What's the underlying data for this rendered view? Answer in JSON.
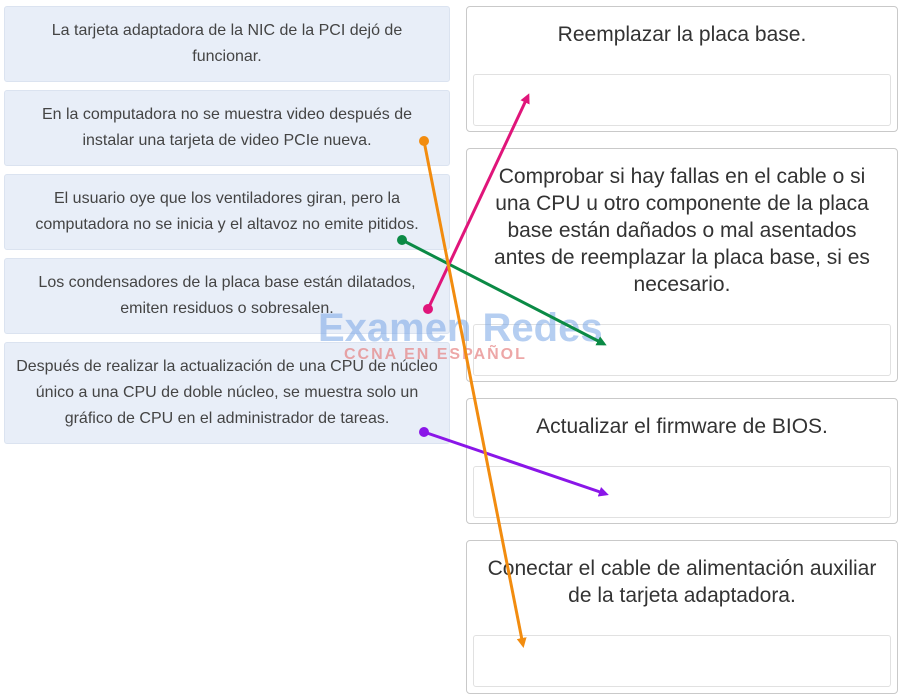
{
  "items": [
    {
      "label": "La tarjeta adaptadora de la NIC de la PCI dejó de funcionar."
    },
    {
      "label": "En la computadora no se muestra video después de instalar una tarjeta de video PCIe nueva."
    },
    {
      "label": "El usuario oye que los ventiladores giran, pero la computadora no se inicia y el altavoz no emite pitidos."
    },
    {
      "label": "Los condensadores de la placa base están dilatados, emiten residuos o sobresalen."
    },
    {
      "label": "Después de realizar la actualización de una CPU de núcleo único a una CPU de doble núcleo, se muestra solo un gráfico de CPU en el administrador de tareas."
    }
  ],
  "targets": [
    {
      "label": "Reemplazar la placa base."
    },
    {
      "label": "Comprobar si hay fallas en el cable o si una CPU u otro componente de la placa base están dañados o mal asentados antes de reemplazar la placa base, si es necesario."
    },
    {
      "label": "Actualizar el firmware de BIOS."
    },
    {
      "label": "Conectar el cable de alimentación auxiliar de la tarjeta adaptadora."
    }
  ],
  "watermark": {
    "title": "Examen Redes",
    "subtitle": "CCNA EN ESPAÑOL"
  },
  "arrows": [
    {
      "name": "arrow-pink",
      "color": "#e0157a"
    },
    {
      "name": "arrow-orange",
      "color": "#f28c0f"
    },
    {
      "name": "arrow-green",
      "color": "#0b8a45"
    },
    {
      "name": "arrow-purple",
      "color": "#8a16e8"
    }
  ]
}
